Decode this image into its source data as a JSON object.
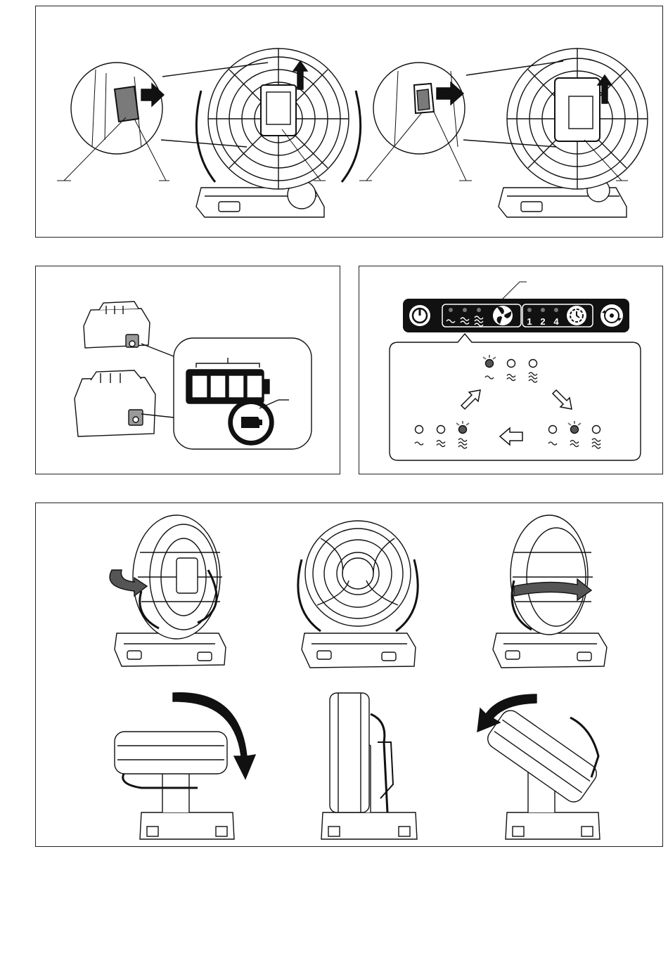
{
  "control_panel": {
    "timer_numbers": [
      "1",
      "2",
      "4"
    ],
    "speed_icons": [
      "low-speed-icon",
      "medium-speed-icon",
      "high-speed-icon"
    ],
    "buttons": [
      "power-button-icon",
      "fan-speed-button-icon",
      "off-timer-button-icon",
      "swing-button-icon"
    ]
  },
  "speed_cycle": {
    "steps": [
      {
        "position": "top",
        "lit": 1
      },
      {
        "position": "bottom-right",
        "lit": 2
      },
      {
        "position": "bottom-left",
        "lit": 3
      }
    ]
  },
  "battery_indicator": {
    "segments_lit": 4,
    "segments_total": 4,
    "icons": [
      "battery-level-icon",
      "battery-symbol-icon",
      "check-button-icon"
    ]
  },
  "colors": {
    "line": "#111111",
    "fill_light": "#ffffff",
    "fill_mid": "#bdbdbd",
    "panel_dark": "#111111"
  }
}
